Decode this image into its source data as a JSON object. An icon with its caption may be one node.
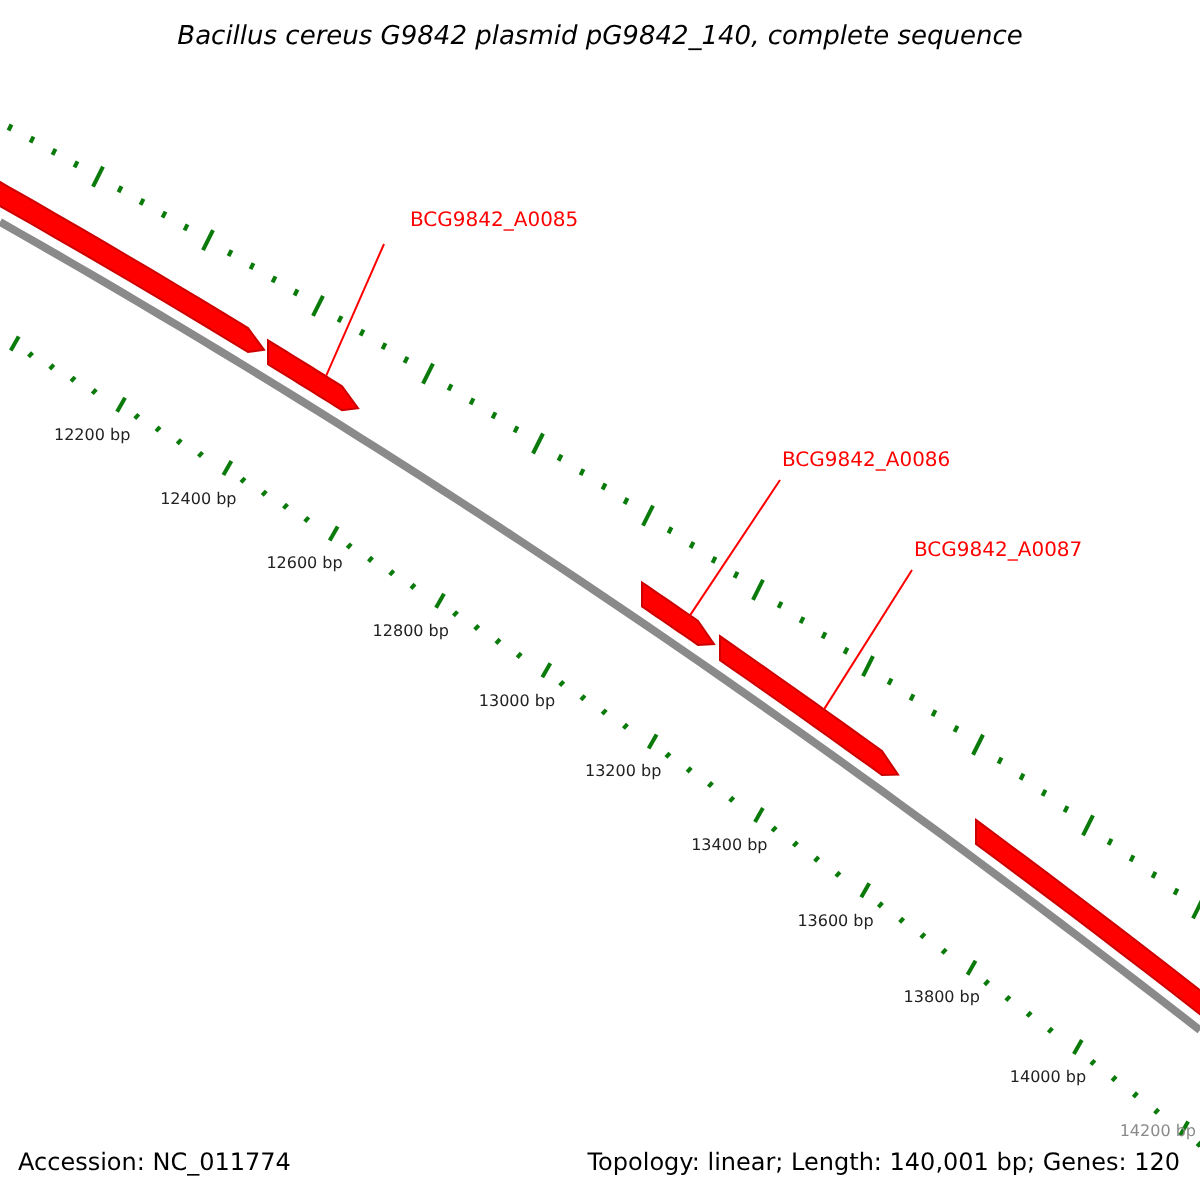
{
  "diagram": {
    "title": "Bacillus cereus G9842 plasmid pG9842_140, complete sequence",
    "nodes": [
      {
        "text": [
          "BCG9842_A0085"
        ]
      },
      {
        "text": [
          "BCG9842_A0086"
        ]
      },
      {
        "text": [
          "BCG9842_A0087"
        ]
      },
      {
        "text": [],
        "shape": "arrow"
      },
      {
        "text": [],
        "shape": "arrow"
      },
      {
        "text": [],
        "shape": "arrow"
      },
      {
        "text": [],
        "shape": "arrow"
      },
      {
        "text": [],
        "shape": "arrow"
      }
    ],
    "edges": [
      {
        "from": 0,
        "to": 4,
        "arrow": "none"
      },
      {
        "from": 1,
        "to": 5,
        "arrow": "none"
      },
      {
        "from": 2,
        "to": 6,
        "arrow": "none"
      }
    ],
    "labels": [
      "12200 bp",
      "12400 bp",
      "12600 bp",
      "12800 bp",
      "13000 bp",
      "13200 bp",
      "13400 bp",
      "13600 bp",
      "13800 bp",
      "14000 bp",
      "14200 bp",
      "Accession: NC_011774",
      "Topology: linear; Length: 140,001 bp; Genes: 120"
    ]
  }
}
